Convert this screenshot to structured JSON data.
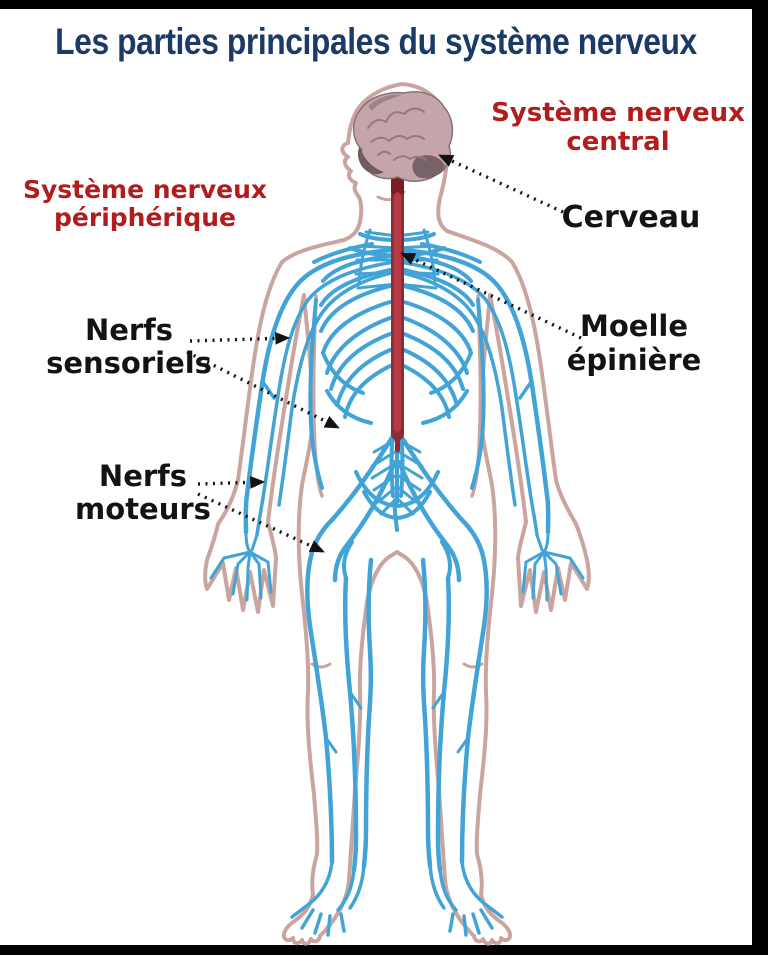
{
  "title": "Les parties principales du système nerveux",
  "labels": {
    "central": {
      "line1": "Système nerveux",
      "line2": "central"
    },
    "peripherique": {
      "line1": "Système nerveux",
      "line2": "périphérique"
    },
    "cerveau": "Cerveau",
    "moelle": {
      "line1": "Moelle",
      "line2": "épinière"
    },
    "sensoriels": {
      "line1": "Nerfs",
      "line2": "sensoriels"
    },
    "moteurs": {
      "line1": "Nerfs",
      "line2": "moteurs"
    }
  },
  "colors": {
    "title-navy": "#1c3a67",
    "label-red": "#b11d1d",
    "label-black": "#131313",
    "nerve-blue": "#42a4d6",
    "body-outline": "#caa5a0",
    "spinal-cord-dark": "#8e2a32",
    "spinal-cord-light": "#b43a45",
    "brainstem-dark": "#7c1c22",
    "brain-pink": "#c4a6aa",
    "brain-shadow": "#6f5b60",
    "brain-line": "#96787e",
    "frame-black": "#000000"
  }
}
